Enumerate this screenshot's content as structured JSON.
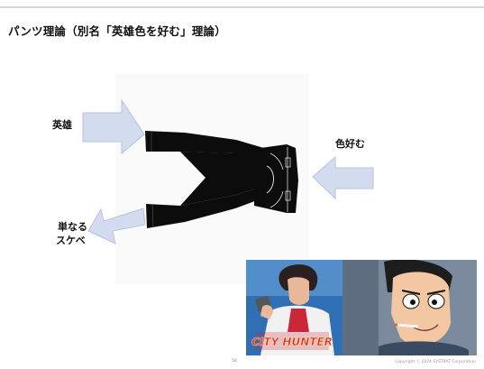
{
  "slide": {
    "title": "パンツ理論（別名「英雄色を好む」理論）",
    "labels": {
      "hero": "英雄",
      "likes_women": "色好む",
      "mere_pervert_line1": "単なる",
      "mere_pervert_line2": "スケベ"
    },
    "page_number": "58",
    "copyright": "Copyright ⓒ 2024 SYSTRAT Corporation"
  },
  "images": {
    "pants": "black-trousers",
    "left_panel": "city-hunter-cover",
    "left_panel_logo": "CITY HUNTER",
    "right_panel": "lupin-smoking"
  },
  "colors": {
    "arrow_fill": "#d3dcef",
    "arrow_stroke": "#b7c3dc",
    "pants": "#0c0c0c",
    "stitch": "#f2f2f2"
  }
}
